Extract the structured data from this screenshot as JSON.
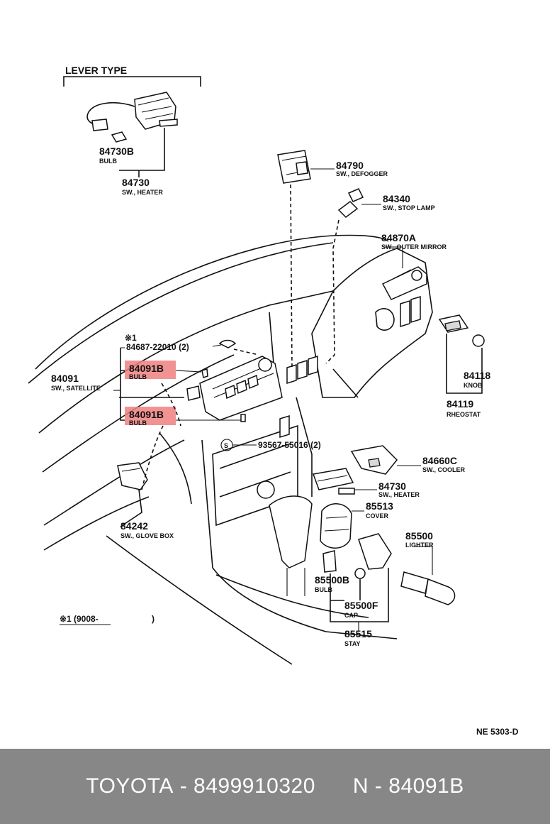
{
  "diagram": {
    "lever_type_label": "LEVER TYPE",
    "parts": {
      "p84730B": {
        "number": "84730B",
        "desc": "BULB"
      },
      "p84730_top": {
        "number": "84730",
        "desc": "SW., HEATER"
      },
      "p84790": {
        "number": "84790",
        "desc": "SW., DEFOGGER"
      },
      "p84340": {
        "number": "84340",
        "desc": "SW., STOP LAMP"
      },
      "p84870A": {
        "number": "84870A",
        "desc": "SW., OUTER MIRROR"
      },
      "p84118": {
        "number": "84118",
        "desc": "KNOB"
      },
      "p84119": {
        "number": "84119",
        "desc": "RHEOSTAT"
      },
      "p84091": {
        "number": "84091",
        "desc": "SW., SATELLITE"
      },
      "p84091B_a": {
        "number": "84091B",
        "desc": "BULB"
      },
      "p84091B_b": {
        "number": "84091B",
        "desc": "BULB"
      },
      "p84660C": {
        "number": "84660C",
        "desc": "SW., COOLER"
      },
      "p84730_low": {
        "number": "84730",
        "desc": "SW., HEATER"
      },
      "p85513": {
        "number": "85513",
        "desc": "COVER"
      },
      "p85500": {
        "number": "85500",
        "desc": "LIGHTER"
      },
      "p84242": {
        "number": "84242",
        "desc": "SW., GLOVE BOX"
      },
      "p85500B": {
        "number": "85500B",
        "desc": "BULB"
      },
      "p85500F": {
        "number": "85500F",
        "desc": "CAP"
      },
      "p85515": {
        "number": "85515",
        "desc": "STAY"
      }
    },
    "mark_label": "※1",
    "screw_84687": "84687-22010 (2)",
    "screw_93567": "93567-55016 (2)",
    "s_symbol": "S",
    "footnote_mark": "※1",
    "footnote_text": "(9008-",
    "footnote_close": ")",
    "ref_code": "NE  5303-D",
    "highlight_color": "#f08080"
  },
  "footer": {
    "brand": "TOYOTA",
    "separator": " - ",
    "part_number": "8499910320",
    "gap": "      ",
    "ref_prefix": "N",
    "ref_separator": " - ",
    "ref_part": "84091B"
  }
}
